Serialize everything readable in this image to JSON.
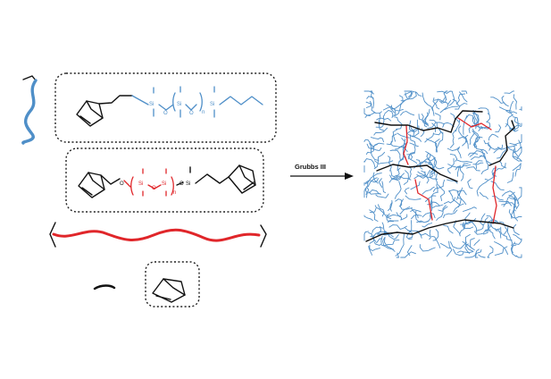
{
  "reaction": {
    "reagent_label": "Grubbs III"
  },
  "atoms": {
    "si": "Si",
    "o": "O",
    "n": "n"
  },
  "colors": {
    "pdms_blue": "#4f8fc8",
    "crosslinker_red": "#e0262a",
    "backbone_black": "#111111"
  }
}
